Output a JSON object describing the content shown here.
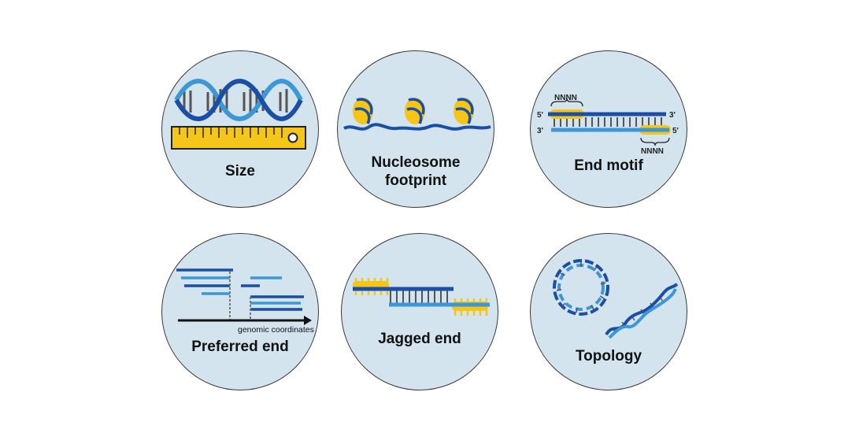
{
  "panels": {
    "size": {
      "label": "Size"
    },
    "nucleosome": {
      "label_line1": "Nucleosome",
      "label_line2": "footprint"
    },
    "end_motif": {
      "label": "End motif",
      "top_motif": "NNNN",
      "bottom_motif": "NNNN",
      "top_left_end": "5'",
      "top_right_end": "3'",
      "bottom_left_end": "3'",
      "bottom_right_end": "5'"
    },
    "preferred_end": {
      "label": "Preferred end",
      "axis_label": "genomic coordinates"
    },
    "jagged_end": {
      "label": "Jagged end"
    },
    "topology": {
      "label": "Topology"
    }
  },
  "colors": {
    "panel_fill": "#d3e4ee",
    "dark_blue": "#1b4fa6",
    "light_blue": "#3d97d6",
    "yellow": "#f5c518",
    "gray": "#555555"
  }
}
